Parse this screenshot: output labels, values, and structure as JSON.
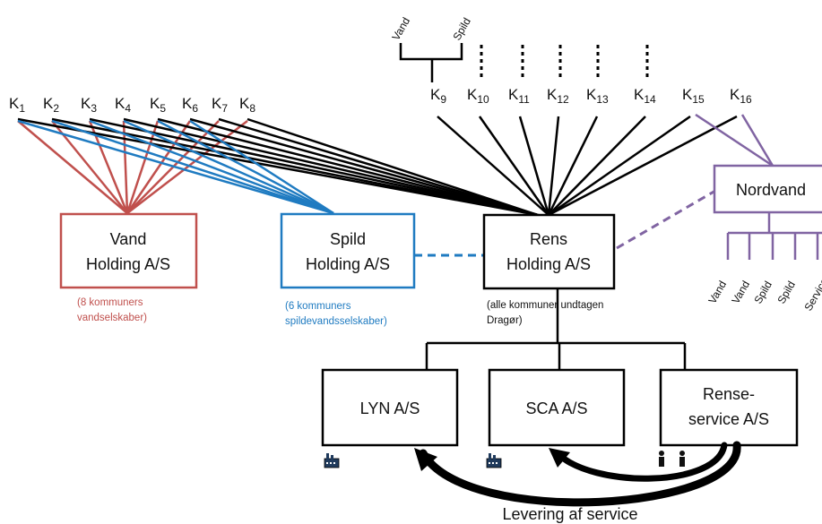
{
  "municipalities": {
    "left": [
      {
        "letter": "K",
        "sub": "1"
      },
      {
        "letter": "K",
        "sub": "2"
      },
      {
        "letter": "K",
        "sub": "3"
      },
      {
        "letter": "K",
        "sub": "4"
      },
      {
        "letter": "K",
        "sub": "5"
      },
      {
        "letter": "K",
        "sub": "6"
      },
      {
        "letter": "K",
        "sub": "7"
      },
      {
        "letter": "K",
        "sub": "8"
      }
    ],
    "right": [
      {
        "letter": "K",
        "sub": "9"
      },
      {
        "letter": "K",
        "sub": "10"
      },
      {
        "letter": "K",
        "sub": "11"
      },
      {
        "letter": "K",
        "sub": "12"
      },
      {
        "letter": "K",
        "sub": "13"
      },
      {
        "letter": "K",
        "sub": "14"
      },
      {
        "letter": "K",
        "sub": "15"
      },
      {
        "letter": "K",
        "sub": "16"
      }
    ]
  },
  "k9_fork": {
    "left_label": "Vand",
    "right_label": "Spild"
  },
  "boxes": {
    "vand": {
      "line1": "Vand",
      "line2": "Holding A/S",
      "note1": "(8 kommuners",
      "note2": "vandselskaber)"
    },
    "spild": {
      "line1": "Spild",
      "line2": "Holding A/S",
      "note1": "(6 kommuners",
      "note2": "spildevandsselskaber)"
    },
    "rens": {
      "line1": "Rens",
      "line2": "Holding A/S",
      "note1": "(alle kommuner undtagen",
      "note2": "Dragør)"
    },
    "nordvand": {
      "label": "Nordvand",
      "subs": [
        "Vand",
        "Vand",
        "Spild",
        "Spild",
        "Service"
      ]
    },
    "lyn": {
      "label": "LYN A/S"
    },
    "sca": {
      "label": "SCA A/S"
    },
    "renseservice": {
      "line1": "Rense-",
      "line2": "service A/S"
    }
  },
  "caption": "Levering af service",
  "colors": {
    "vand": "#c0504d",
    "spild": "#1f7bc1",
    "rens": "#000000",
    "nordvand": "#8064a2"
  },
  "icons": [
    "factory-icon",
    "factory-icon",
    "person-icon",
    "person-icon"
  ]
}
